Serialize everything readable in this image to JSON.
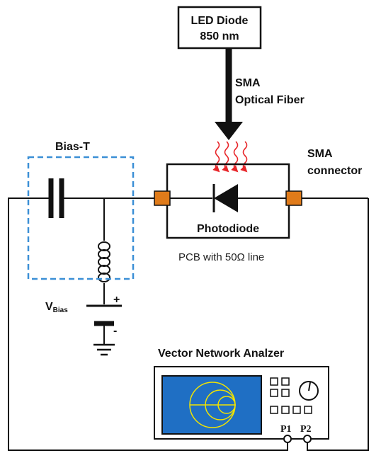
{
  "led": {
    "line1": "LED Diode",
    "line2": "850 nm"
  },
  "fiber": {
    "line1": "SMA",
    "line2": "Optical Fiber"
  },
  "bias_t": {
    "label": "Bias-T"
  },
  "sma_connector": {
    "line1": "SMA",
    "line2": "connector"
  },
  "photodiode": {
    "label": "Photodiode"
  },
  "pcb": {
    "label": "PCB with 50Ω line"
  },
  "vbias": {
    "main": "V",
    "sub": "Bias",
    "plus": "+",
    "minus": "-"
  },
  "vna": {
    "title": "Vector Network Analzer",
    "port1": "P1",
    "port2": "P2"
  },
  "colors": {
    "connector": "#e07b1a",
    "bias_box": "#3b8fd6",
    "screen": "#1f6fc4",
    "smith": "#f2e400",
    "light": "#e8262a"
  }
}
